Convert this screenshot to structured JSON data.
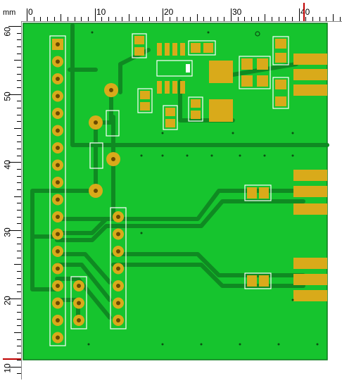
{
  "ruler": {
    "unit": "mm",
    "top_labels": [
      "0",
      "10",
      "20",
      "30",
      "40"
    ],
    "left_labels": [
      "60",
      "50",
      "40",
      "30",
      "20",
      "10"
    ]
  },
  "colors": {
    "board": "#16c42e",
    "trace": "#0f8a22",
    "pad": "#d9aa1a",
    "drill": "#6a4a00",
    "outline": "#ffffff",
    "cursor": "#c00000"
  },
  "icons": [
    "drill-hole"
  ]
}
